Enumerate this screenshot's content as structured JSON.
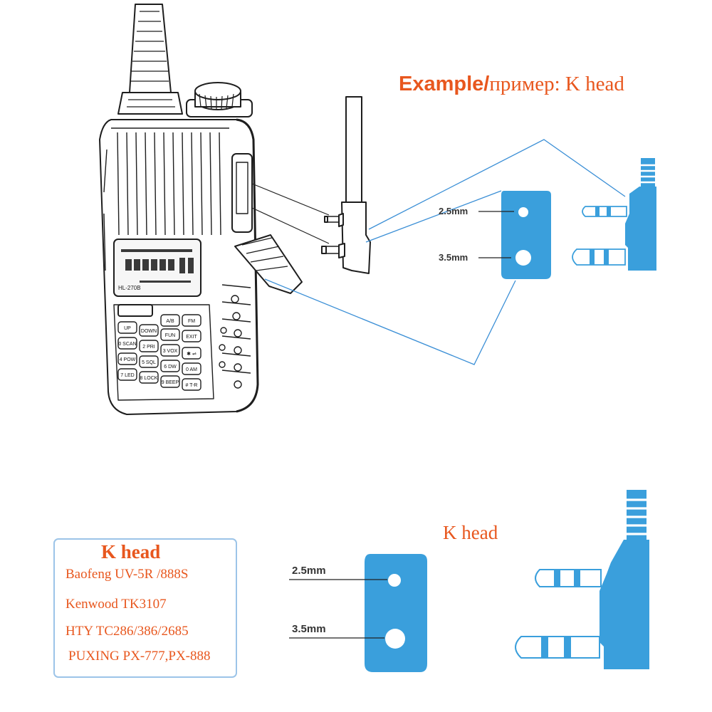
{
  "colors": {
    "accent_orange": "#e8571e",
    "plug_blue": "#3a9fdc",
    "leader_blue": "#3b8fd6",
    "line_dark": "#222222",
    "box_border": "#9cc4e8"
  },
  "example_title": {
    "prefix_bold": "Example/",
    "suffix": "пример: K head"
  },
  "radio": {
    "lcd_model": "HL-270B",
    "keys": [
      "A/B",
      "FM",
      "UP",
      "DOWN",
      "FUN",
      "EXIT",
      "0 SCAN",
      "2 PRI",
      "3 VOX",
      "✱ ⇌",
      "4 POW",
      "5 SQL",
      "6 DW",
      "0 AM",
      "7 LED",
      "8 LOCK",
      "9 BEEP",
      "# T-R"
    ]
  },
  "top_diagram": {
    "label_25": "2.5mm",
    "label_35": "3.5mm"
  },
  "bottom_diagram": {
    "k_head_label": "K head",
    "label_25": "2.5mm",
    "label_35": "3.5mm"
  },
  "compat_box": {
    "title": "K head",
    "models": [
      "Baofeng UV-5R /888S",
      "Kenwood TK3107",
      "HTY TC286/386/2685",
      "PUXING PX-777,PX-888"
    ]
  }
}
